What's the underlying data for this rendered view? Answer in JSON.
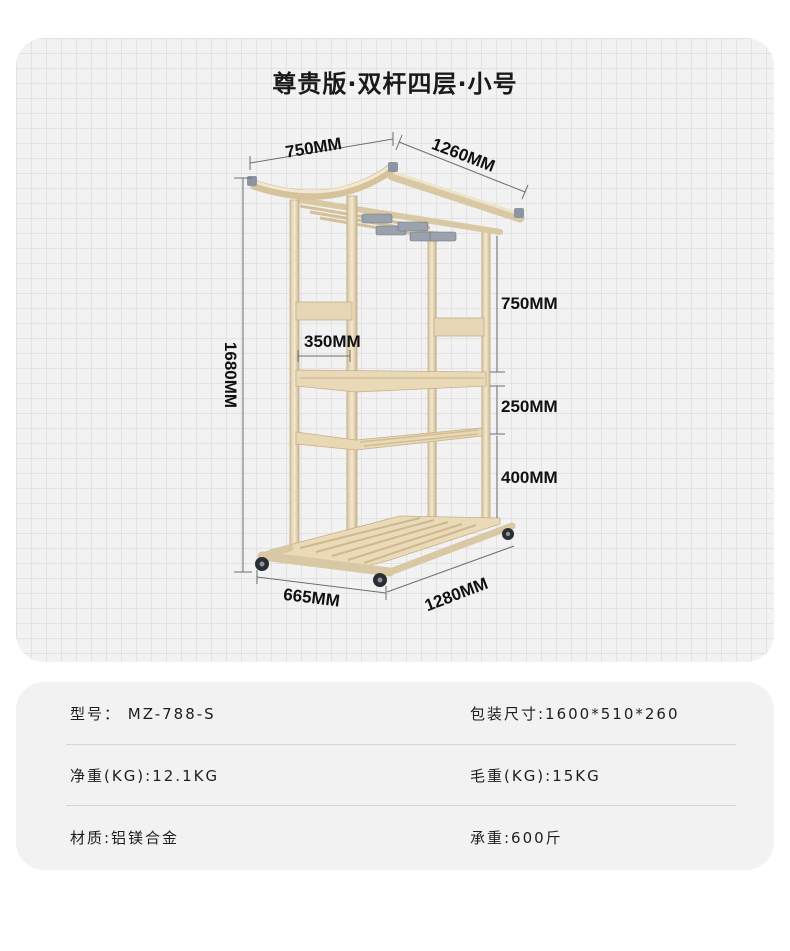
{
  "title": "尊贵版·双杆四层·小号",
  "dimensions": {
    "top_width": "750MM",
    "top_depth": "1260MM",
    "height": "1680MM",
    "shelf_width": "350MM",
    "upper_gap": "750MM",
    "middle_gap": "250MM",
    "lower_gap": "400MM",
    "base_width": "665MM",
    "base_depth": "1280MM"
  },
  "specs": {
    "model": "型号： MZ-788-S",
    "package_size": "包装尺寸:1600*510*260",
    "net_weight": "净重(KG):12.1KG",
    "gross_weight": "毛重(KG):15KG",
    "material": "材质:铝镁合金",
    "load": "承重:600斤"
  },
  "colors": {
    "frame": "#e9dcc0",
    "frame_edge": "#c9b48c",
    "card": "#f2f2f2",
    "grid": "#e2e2e2"
  }
}
